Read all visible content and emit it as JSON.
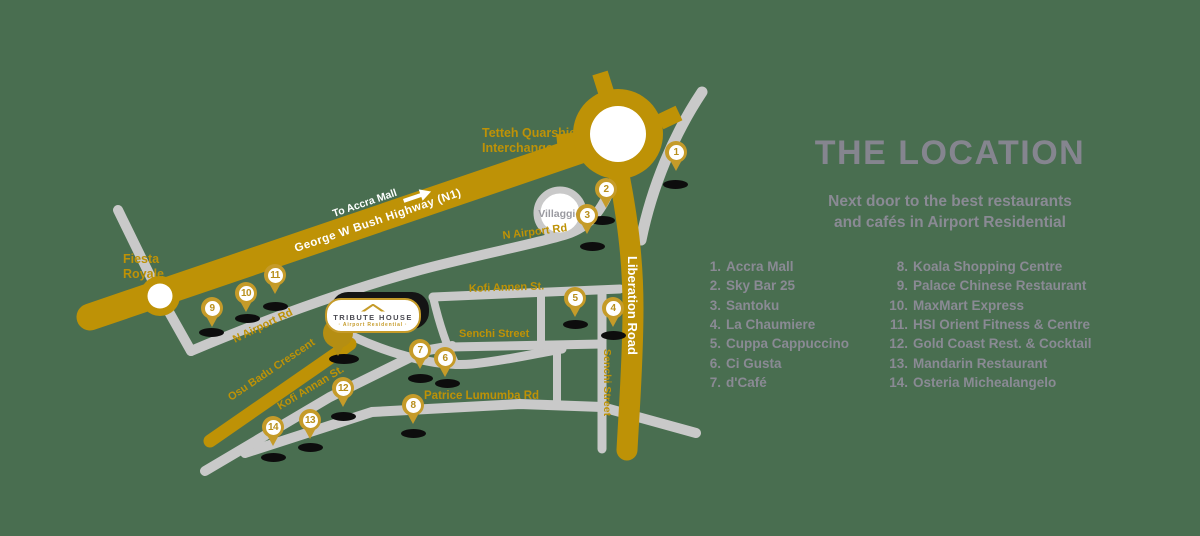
{
  "colors": {
    "background": "#496E50",
    "gold_road": "#BE9206",
    "pin_gold": "#C59B29",
    "road_gray": "#C9C9C9",
    "text_gray": "#8A8A94",
    "white": "#FFFFFF",
    "shadow_black": "#0D0D0D"
  },
  "title_block": {
    "title": "THE LOCATION",
    "subtitle_line1": "Next door to the best restaurants",
    "subtitle_line2": "and cafés in Airport Residential"
  },
  "legend": {
    "col1": [
      {
        "num": "1.",
        "name": "Accra Mall"
      },
      {
        "num": "2.",
        "name": "Sky Bar 25"
      },
      {
        "num": "3.",
        "name": "Santoku"
      },
      {
        "num": "4.",
        "name": "La Chaumiere"
      },
      {
        "num": "5.",
        "name": "Cuppa Cappuccino"
      },
      {
        "num": "6.",
        "name": "Ci Gusta"
      },
      {
        "num": "7.",
        "name": "d'Café"
      }
    ],
    "col2": [
      {
        "num": "8.",
        "name": "Koala Shopping Centre"
      },
      {
        "num": "9.",
        "name": "Palace Chinese Restaurant"
      },
      {
        "num": "10.",
        "name": "MaxMart Express"
      },
      {
        "num": "11.",
        "name": "HSI Orient Fitness & Centre"
      },
      {
        "num": "12.",
        "name": "Gold Coast Rest. & Cocktail"
      },
      {
        "num": "13.",
        "name": "Mandarin Restaurant"
      },
      {
        "num": "14.",
        "name": "Osteria Michealangelo"
      }
    ]
  },
  "map": {
    "labels": {
      "highway": "George W Bush Highway (N1)",
      "to_accra_mall": "To Accra Mall",
      "tetteh_line1": "Tetteh Quarshie",
      "tetteh_line2": "Interchange",
      "fiesta_line1": "Fiesta",
      "fiesta_line2": "Royale",
      "villaggio": "Villaggio",
      "liberation": "Liberation Road",
      "n_airport_top": "N Airport Rd",
      "n_airport_left": "N Airport Rd",
      "kofi_annen": "Kofi Annen St.",
      "kofi_annan": "Kofi Annan St.",
      "senchi_street_h": "Senchi Street",
      "senchi_street_v": "Senchi Street",
      "osu_badu": "Osu Badu Crescent",
      "patrice": "Patrice Lumumba Rd"
    },
    "tribute_house": {
      "name": "TRIBUTE HOUSE",
      "tagline": "· Airport Residential ·"
    },
    "markers": [
      {
        "n": "1"
      },
      {
        "n": "2"
      },
      {
        "n": "3"
      },
      {
        "n": "4"
      },
      {
        "n": "5"
      },
      {
        "n": "6"
      },
      {
        "n": "7"
      },
      {
        "n": "8"
      },
      {
        "n": "9"
      },
      {
        "n": "10"
      },
      {
        "n": "11"
      },
      {
        "n": "12"
      },
      {
        "n": "13"
      },
      {
        "n": "14"
      }
    ]
  }
}
